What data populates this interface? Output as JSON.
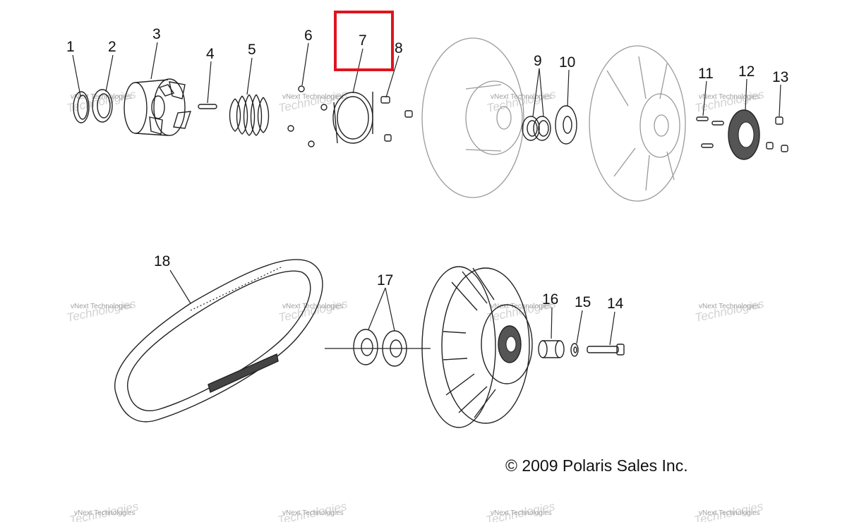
{
  "diagram": {
    "callouts": [
      "1",
      "2",
      "3",
      "4",
      "5",
      "6",
      "7",
      "8",
      "9",
      "10",
      "11",
      "12",
      "13",
      "14",
      "15",
      "16",
      "17",
      "18"
    ],
    "highlighted_callout": "7",
    "highlight_color": "#e0141e",
    "copyright": "© 2009 Polaris Sales Inc.",
    "watermark": {
      "line1": "vNext Technologies",
      "line2": "Technologies"
    }
  }
}
